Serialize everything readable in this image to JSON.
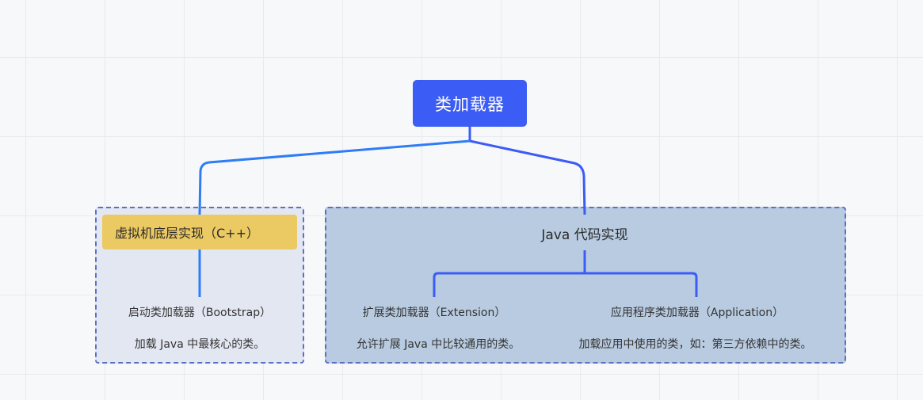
{
  "diagram": {
    "root": {
      "label": "类加载器"
    },
    "categories": [
      {
        "label": "虚拟机底层实现（C++）",
        "style": "yellow",
        "children": [
          {
            "title": "启动类加载器（Bootstrap）",
            "description": "加载 Java 中最核心的类。"
          }
        ]
      },
      {
        "label": "Java 代码实现",
        "style": "plain",
        "children": [
          {
            "title": "扩展类加载器（Extension）",
            "description": "允许扩展 Java 中比较通用的类。"
          },
          {
            "title": "应用程序类加载器（Application）",
            "description": "加载应用中使用的类，如：第三方依赖中的类。"
          }
        ]
      }
    ]
  },
  "colors": {
    "root_fill": "#3b5cf5",
    "connector_left": "#2f7cf6",
    "connector_right": "#3b5cf5",
    "yellow_fill": "#ebc963",
    "group_left_fill": "#e3e7f1",
    "group_right_fill": "#b8cbe0",
    "group_border": "#5b6fc4",
    "canvas_bg": "#f7f8fa"
  }
}
